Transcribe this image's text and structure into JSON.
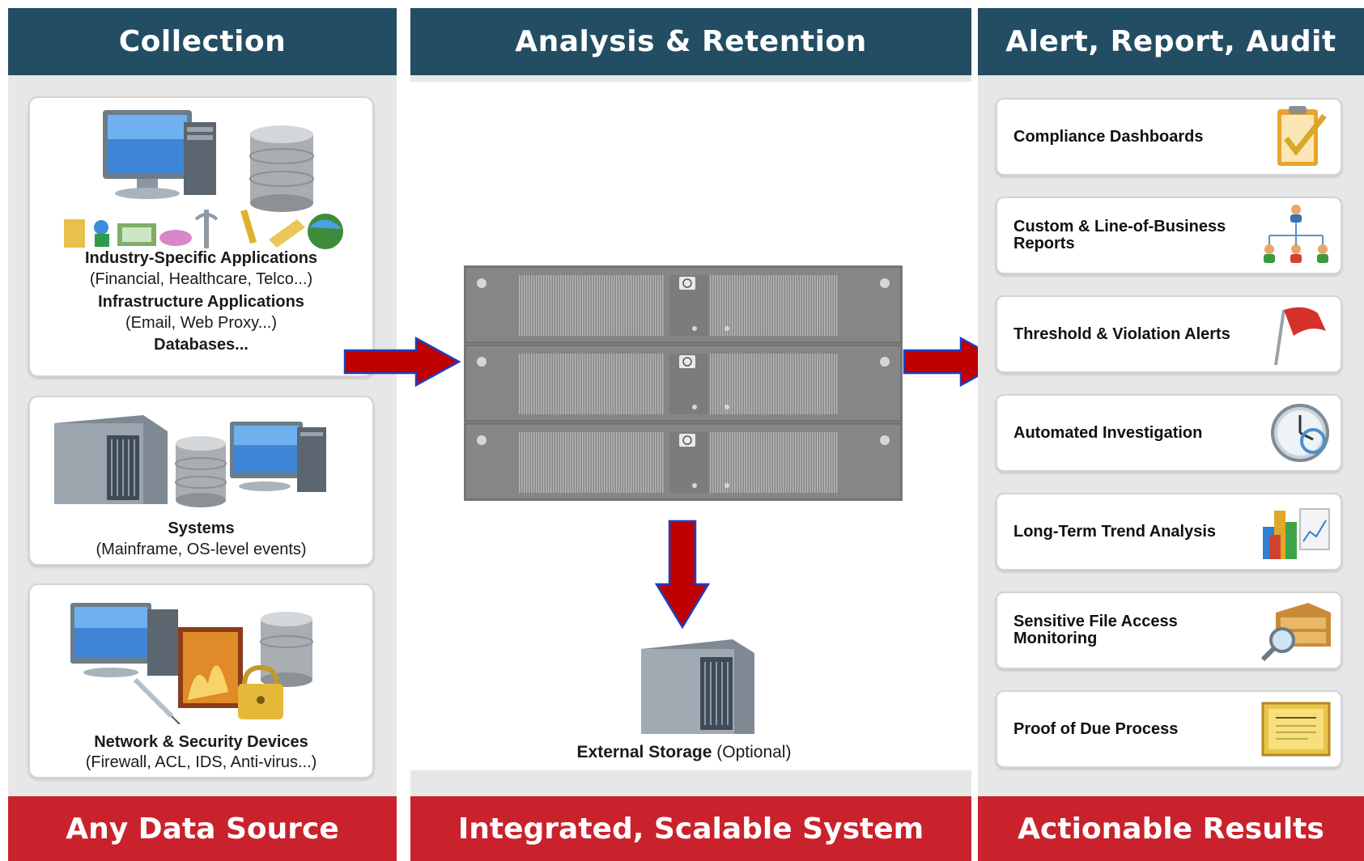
{
  "columns": {
    "collection": {
      "header": "Collection",
      "footer": "Any Data Source",
      "cards": [
        {
          "title1": "Industry-Specific Applications",
          "sub1": "(Financial, Healthcare, Telco...)",
          "title2": "Infrastructure Applications",
          "sub2": "(Email, Web Proxy...)",
          "title3": "Databases..."
        },
        {
          "title": "Systems",
          "sub": "(Mainframe, OS-level events)"
        },
        {
          "title": "Network & Security Devices",
          "sub": "(Firewall, ACL, IDS, Anti-virus...)"
        }
      ]
    },
    "analysis": {
      "header": "Analysis & Retention",
      "footer": "Integrated, Scalable System",
      "storage_bold": "External Storage",
      "storage_rest": " (Optional)"
    },
    "results": {
      "header": "Alert, Report, Audit",
      "footer": "Actionable Results",
      "items": [
        {
          "label": "Compliance Dashboards",
          "icon": "clipboard-check-icon"
        },
        {
          "label": "Custom & Line-of-Business Reports",
          "icon": "org-chart-icon"
        },
        {
          "label": "Threshold & Violation Alerts",
          "icon": "red-flag-icon"
        },
        {
          "label": "Automated Investigation",
          "icon": "clock-magnifier-icon"
        },
        {
          "label": "Long-Term Trend Analysis",
          "icon": "bar-chart-icon"
        },
        {
          "label": "Sensitive File Access Monitoring",
          "icon": "file-drawer-magnifier-icon"
        },
        {
          "label": "Proof of Due Process",
          "icon": "certificate-icon"
        }
      ]
    }
  },
  "colors": {
    "header_blue": "#234d63",
    "footer_red": "#c9222c",
    "arrow_red": "#c00000",
    "arrow_outline": "#1f3fbf"
  }
}
